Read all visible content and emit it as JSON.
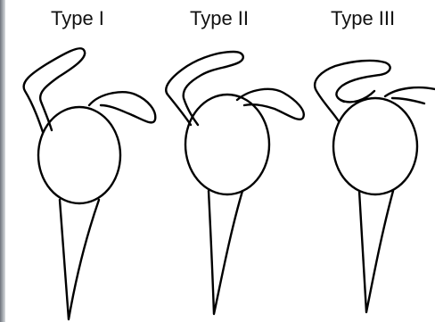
{
  "figure": {
    "type_labels": [
      "Type I",
      "Type II",
      "Type III"
    ]
  },
  "colors": {
    "stroke": "#000000",
    "background": "#ffffff",
    "edge_strip": "#8a8f96"
  }
}
